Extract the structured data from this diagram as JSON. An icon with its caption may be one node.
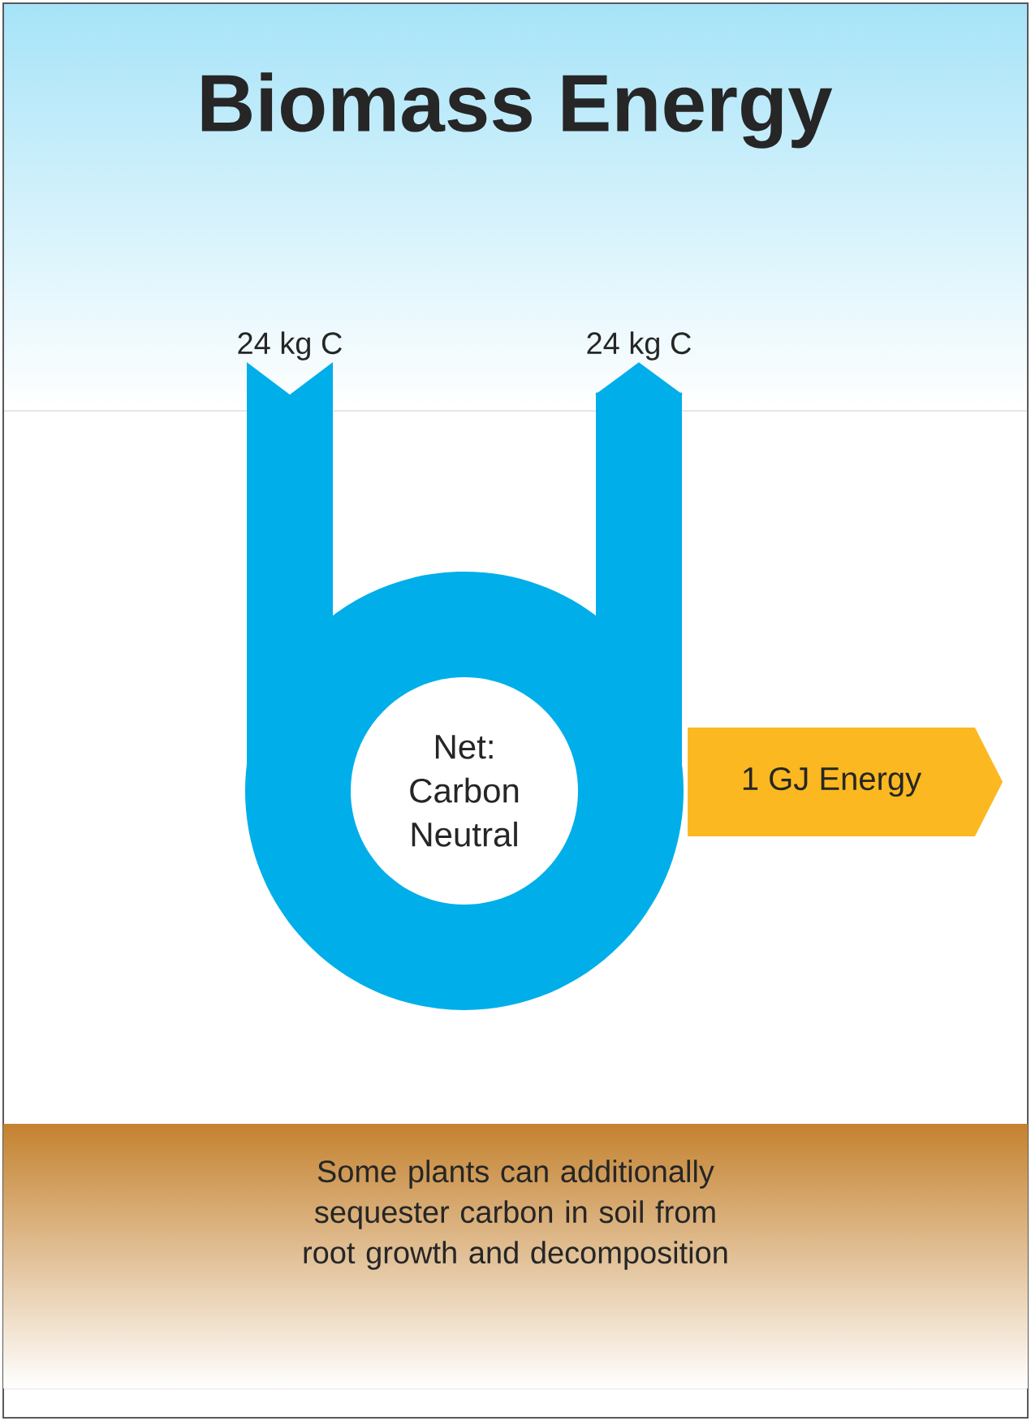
{
  "diagram": {
    "title": "Biomass Energy",
    "nodes": [
      {
        "text": [
          "24 kg C"
        ]
      },
      {
        "text": [
          "24 kg C"
        ]
      },
      {
        "text": [
          "Net: Carbon Neutral"
        ]
      },
      {
        "text": [
          "1 GJ Energy"
        ]
      },
      {
        "text": [
          "Some plants can additionally sequester carbon in soil from root growth and decomposition"
        ]
      }
    ],
    "edges": [
      {
        "from": 0,
        "to": 2,
        "arrow": "none"
      },
      {
        "from": 2,
        "to": 1,
        "arrow": "to"
      }
    ]
  }
}
